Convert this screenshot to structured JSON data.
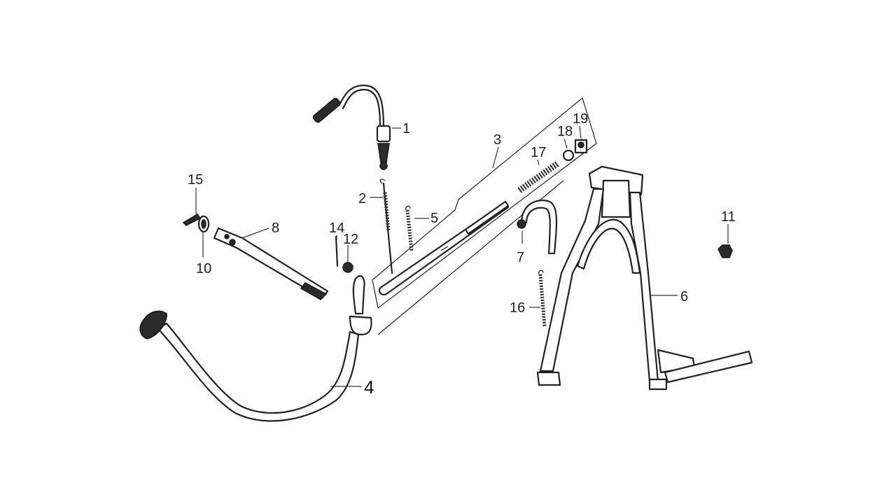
{
  "callouts": {
    "c1": "1",
    "c2": "2",
    "c3": "3",
    "c4": "4",
    "c5": "5",
    "c6": "6",
    "c7": "7",
    "c8": "8",
    "c10": "10",
    "c11": "11",
    "c12": "12",
    "c14": "14",
    "c15": "15",
    "c16": "16",
    "c17": "17",
    "c18": "18",
    "c19": "19"
  },
  "colors": {
    "line": "#222222",
    "background": "#ffffff"
  }
}
